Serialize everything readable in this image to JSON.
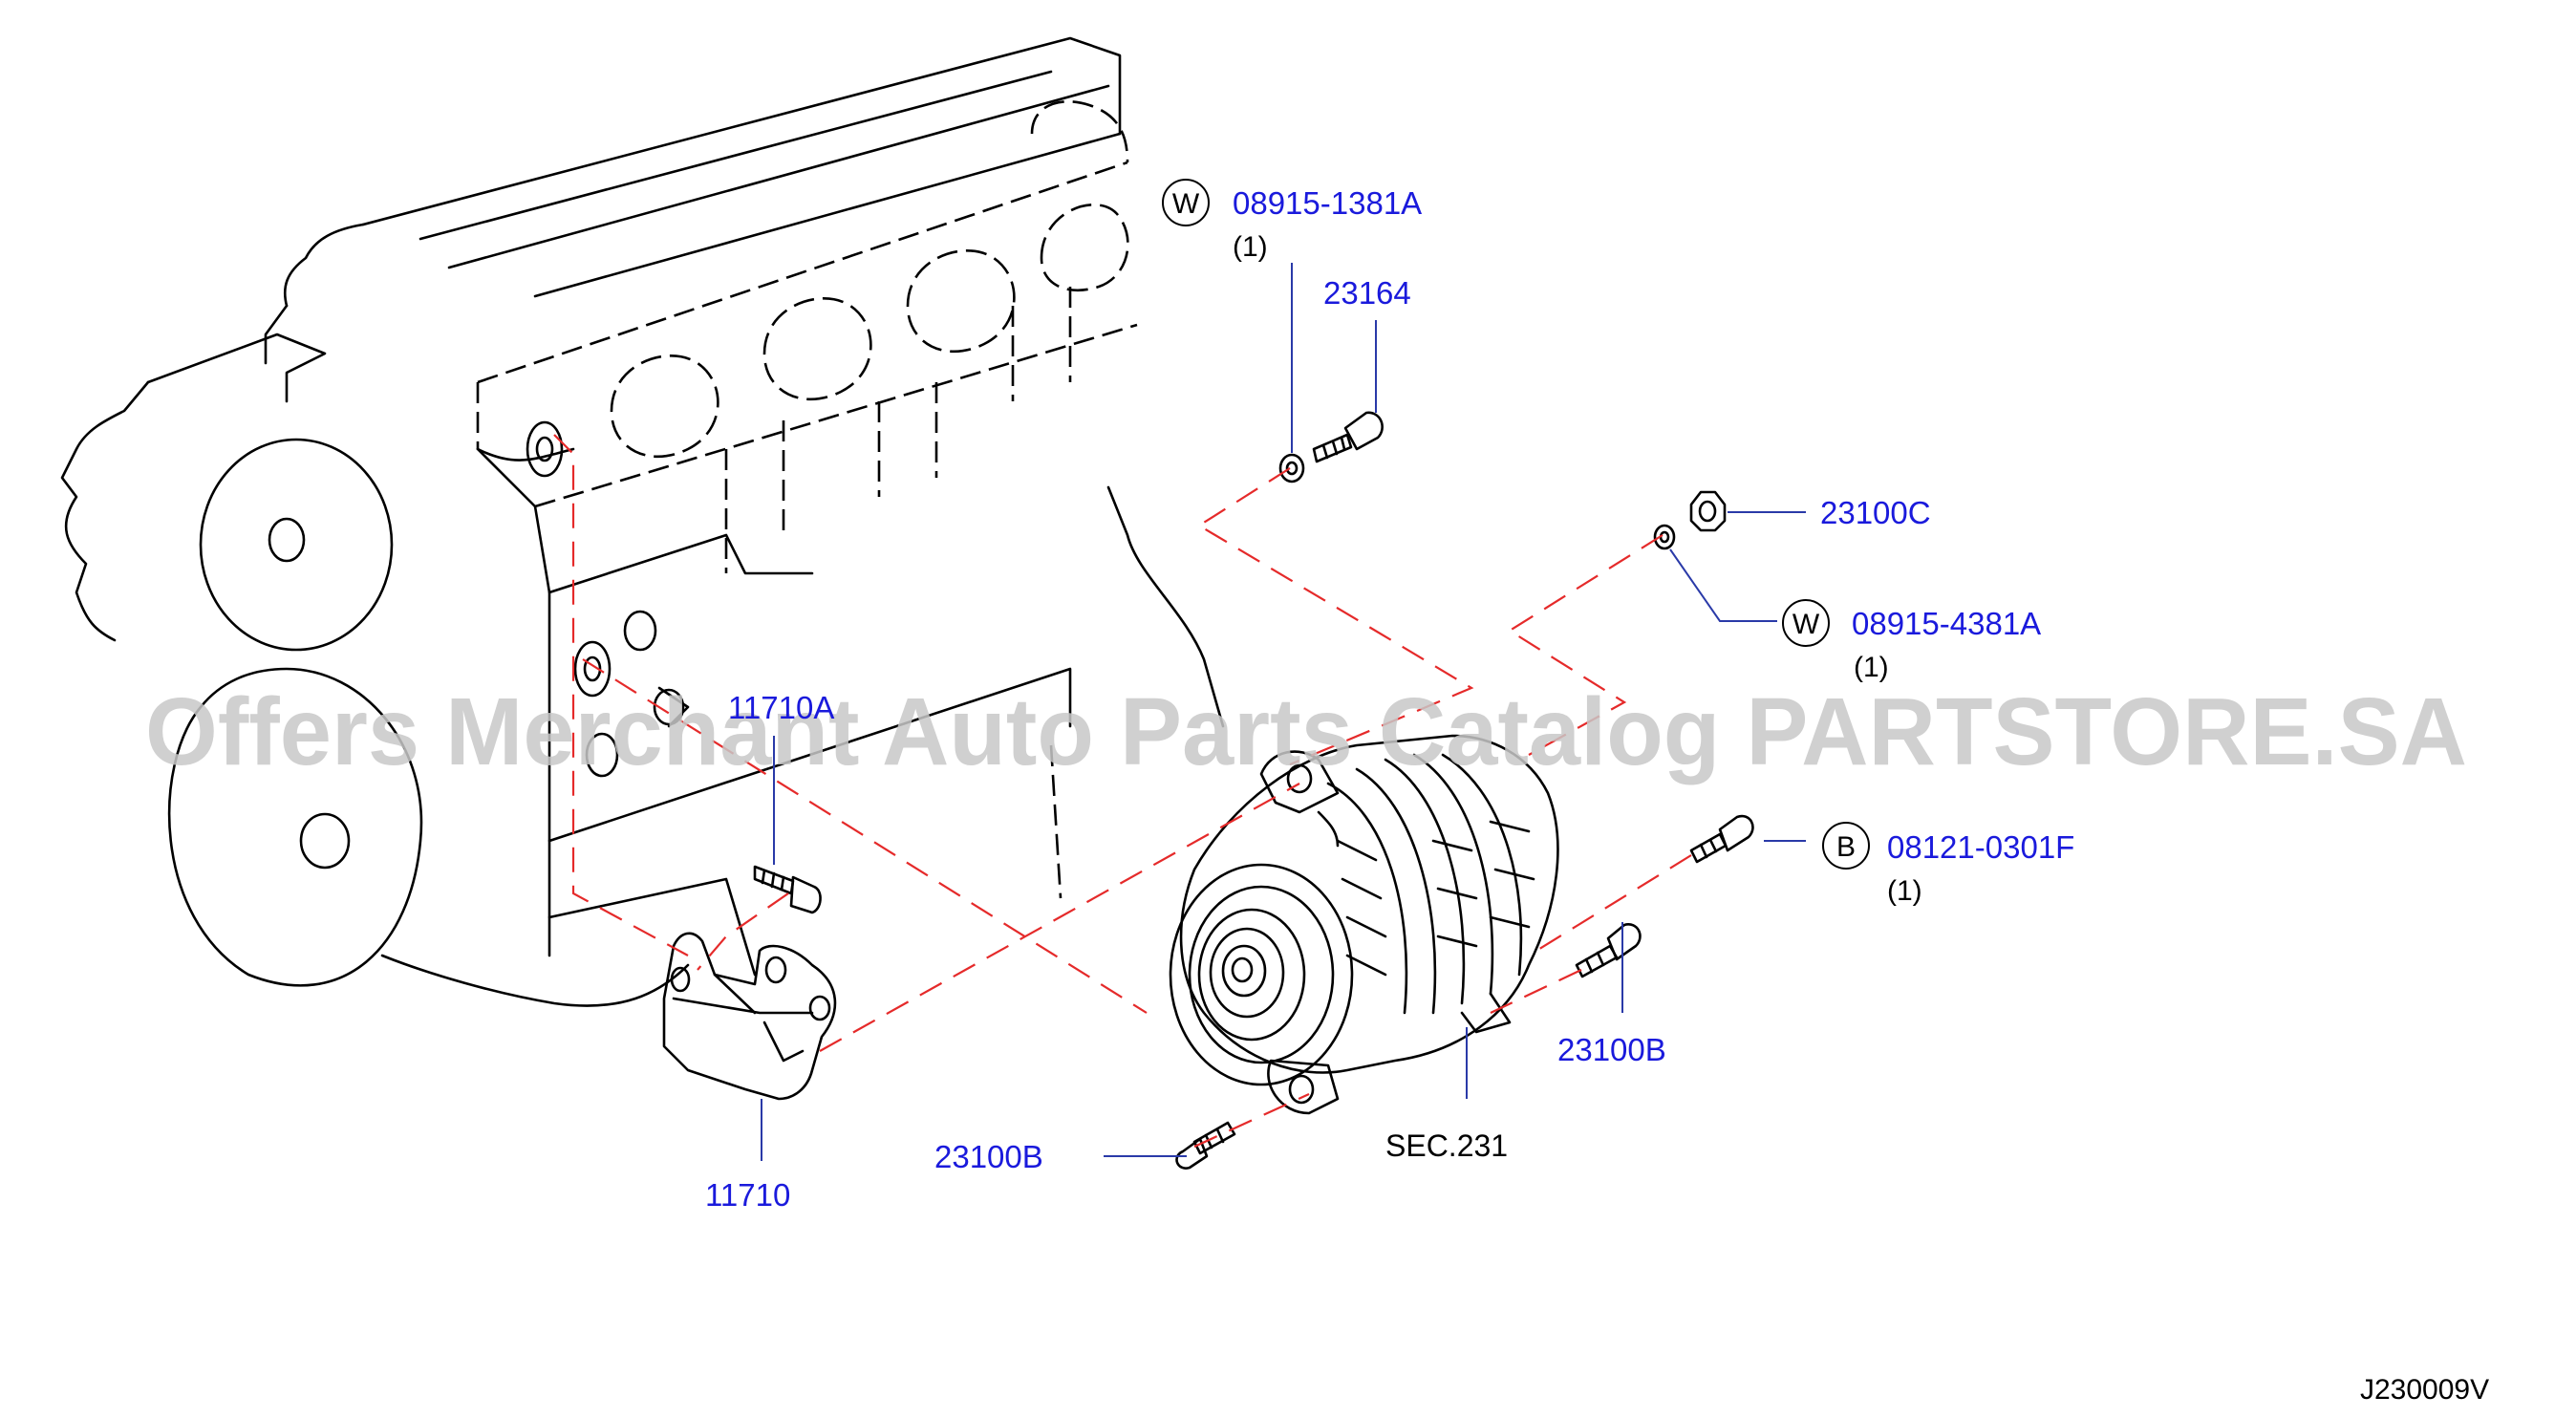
{
  "callouts": {
    "washer_top": {
      "symbol": "W",
      "part": "08915-1381A",
      "qty": "(1)"
    },
    "bolt_top": {
      "part": "23164"
    },
    "nut": {
      "part": "23100C"
    },
    "washer_right": {
      "symbol": "W",
      "part": "08915-4381A",
      "qty": "(1)"
    },
    "bolt_b": {
      "symbol": "B",
      "part": "08121-0301F",
      "qty": "(1)"
    },
    "stud": {
      "part": "11710A"
    },
    "bolt_right": {
      "part": "23100B"
    },
    "bolt_bottom": {
      "part": "23100B"
    },
    "bracket": {
      "part": "11710"
    },
    "alternator": {
      "label": "SEC.231"
    }
  },
  "diagram_id": "J230009V",
  "watermark": "Offers Merchant Auto Parts Catalog PARTSTORE.SA",
  "colors": {
    "part_number": "#1a1adc",
    "guide_line": "#e52a2a",
    "leader": "#2a3aa8",
    "watermark": "#c8c8c8"
  }
}
